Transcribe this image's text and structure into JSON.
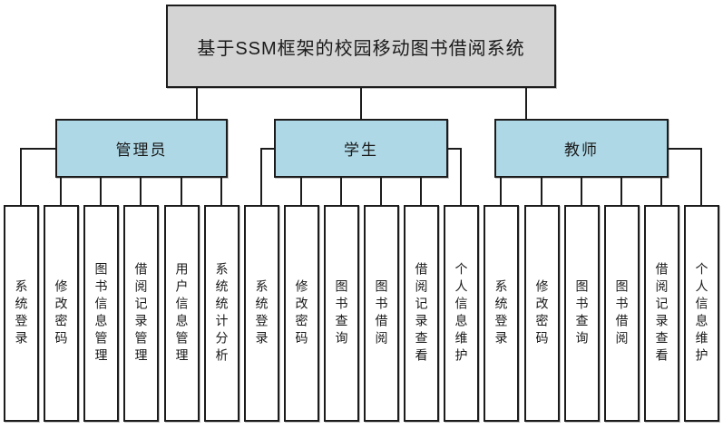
{
  "root": {
    "label": "基于SSM框架的校园移动图书借阅系统"
  },
  "roles": [
    {
      "label": "管理员",
      "leaves": [
        "系统登录",
        "修改密码",
        "图书信息管理",
        "借阅记录管理",
        "用户信息管理",
        "系统统计分析"
      ]
    },
    {
      "label": "学生",
      "leaves": [
        "系统登录",
        "修改密码",
        "图书查询",
        "图书借阅",
        "借阅记录查看",
        "个人信息维护"
      ]
    },
    {
      "label": "教师",
      "leaves": [
        "系统登录",
        "修改密码",
        "图书查询",
        "图书借阅",
        "借阅记录查看",
        "个人信息维护"
      ]
    }
  ],
  "colors": {
    "root_fill": "#d4d4d4",
    "role_fill": "#aed8e6",
    "leaf_fill": "#ffffff",
    "line": "#1c1c1c"
  }
}
